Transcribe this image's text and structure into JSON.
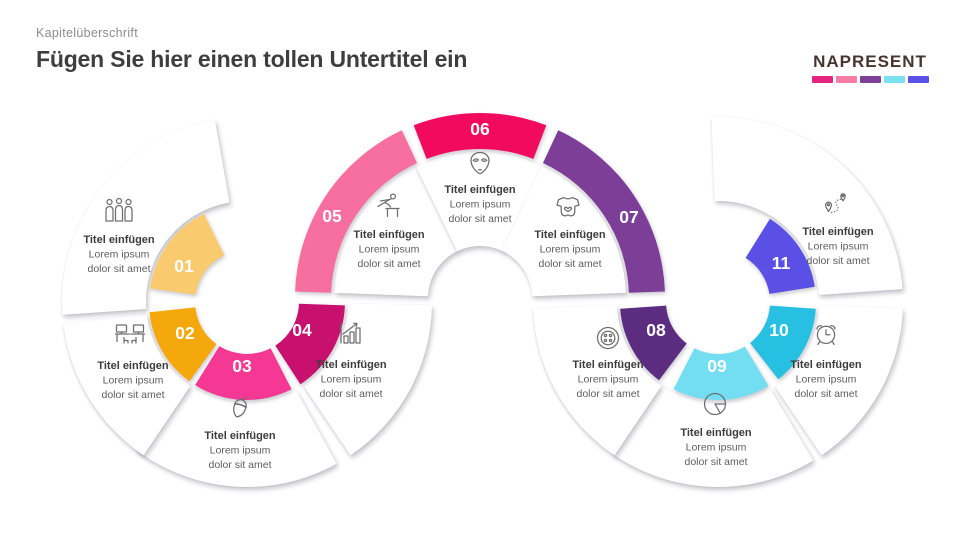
{
  "header": {
    "kicker": "Kapitelüberschrift",
    "title": "Fügen Sie hier einen tollen Untertitel ein"
  },
  "logo": {
    "text": "NAPRESENT",
    "bar_colors": [
      "#E6247E",
      "#F87CA4",
      "#7C3F98",
      "#7BE0F0",
      "#5B51E8"
    ]
  },
  "diagram": {
    "segments": [
      {
        "number": "01",
        "color": "#F9CB6E",
        "icon": "people-group",
        "title": "Titel einfügen",
        "line1": "Lorem ipsum",
        "line2": "dolor sit amet"
      },
      {
        "number": "02",
        "color": "#F5A80B",
        "icon": "workstations",
        "title": "Titel einfügen",
        "line1": "Lorem ipsum",
        "line2": "dolor sit amet"
      },
      {
        "number": "03",
        "color": "#F43893",
        "icon": "acorn",
        "title": "Titel einfügen",
        "line1": "Lorem ipsum",
        "line2": "dolor sit amet"
      },
      {
        "number": "04",
        "color": "#C8116E",
        "icon": "growth-chart",
        "title": "Titel einfügen",
        "line1": "Lorem ipsum",
        "line2": "dolor sit amet"
      },
      {
        "number": "05",
        "color": "#F76F9F",
        "icon": "hurdler",
        "title": "Titel einfügen",
        "line1": "Lorem ipsum",
        "line2": "dolor sit amet"
      },
      {
        "number": "06",
        "color": "#F20A5E",
        "icon": "alien",
        "title": "Titel einfügen",
        "line1": "Lorem ipsum",
        "line2": "dolor sit amet"
      },
      {
        "number": "07",
        "color": "#7C3E97",
        "icon": "baby-onesie",
        "title": "Titel einfügen",
        "line1": "Lorem ipsum",
        "line2": "dolor sit amet"
      },
      {
        "number": "08",
        "color": "#5B2C80",
        "icon": "button",
        "title": "Titel einfügen",
        "line1": "Lorem ipsum",
        "line2": "dolor sit amet"
      },
      {
        "number": "09",
        "color": "#73DEF1",
        "icon": "pie-chart",
        "title": "Titel einfügen",
        "line1": "Lorem ipsum",
        "line2": "dolor sit amet"
      },
      {
        "number": "10",
        "color": "#28C0E2",
        "icon": "alarm-clock",
        "title": "Titel einfügen",
        "line1": "Lorem ipsum",
        "line2": "dolor sit amet"
      },
      {
        "number": "11",
        "color": "#5A50E6",
        "icon": "route-map",
        "title": "Titel einfügen",
        "line1": "Lorem ipsum",
        "line2": "dolor sit amet"
      }
    ]
  }
}
